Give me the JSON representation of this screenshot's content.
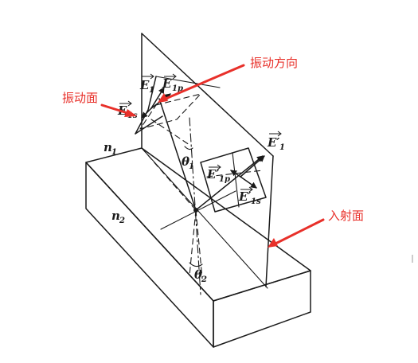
{
  "labels": {
    "E1": "E",
    "E1_sub": "1",
    "E1p": "E",
    "E1p_sub": "1p",
    "E1s": "E",
    "E1s_sub": "1s",
    "n1": "n",
    "n1_sub": "1",
    "n2": "n",
    "n2_sub": "2",
    "theta1": "θ",
    "theta1_sub": "1",
    "theta2": "θ",
    "theta2_sub": "2",
    "E1prime": "E′",
    "E1prime_sub": "1",
    "E1prime_p": "E′",
    "E1prime_p_sub": "1p",
    "E1prime_s": "E′",
    "E1prime_s_sub": "1s"
  },
  "annotations": {
    "vibration_plane": "振动面",
    "vibration_direction": "振动方向",
    "incidence_plane": "入射面"
  },
  "colors": {
    "annotation": "#e8302a",
    "ink": "#1a1a1a"
  }
}
